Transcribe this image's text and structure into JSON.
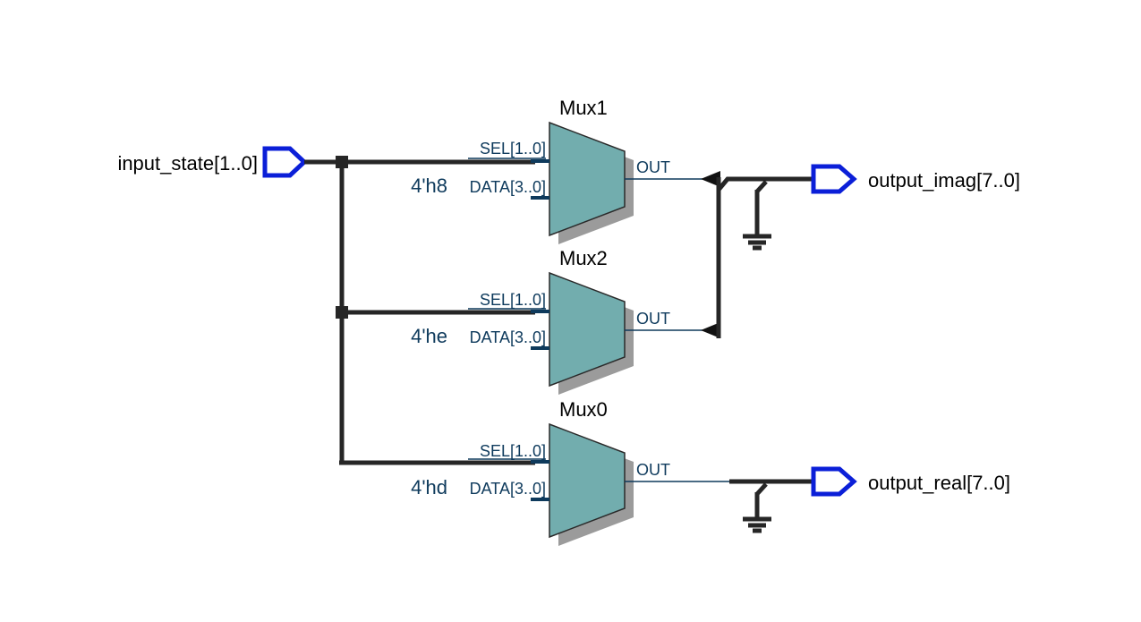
{
  "diagram": {
    "input_port": {
      "label": "input_state[1..0]"
    },
    "output_ports": [
      {
        "id": "imag",
        "label": "output_imag[7..0]"
      },
      {
        "id": "real",
        "label": "output_real[7..0]"
      }
    ],
    "muxes": [
      {
        "name": "Mux1",
        "sel_pin": "SEL[1..0]",
        "data_pin": "DATA[3..0]",
        "const": "4'h8",
        "out_pin": "OUT"
      },
      {
        "name": "Mux2",
        "sel_pin": "SEL[1..0]",
        "data_pin": "DATA[3..0]",
        "const": "4'he",
        "out_pin": "OUT"
      },
      {
        "name": "Mux0",
        "sel_pin": "SEL[1..0]",
        "data_pin": "DATA[3..0]",
        "const": "4'hd",
        "out_pin": "OUT"
      }
    ],
    "colors": {
      "mux_fill": "#72adae",
      "port_stroke": "#0b1fd8",
      "pin_text": "#0e3a5c",
      "wire": "#262626"
    }
  }
}
